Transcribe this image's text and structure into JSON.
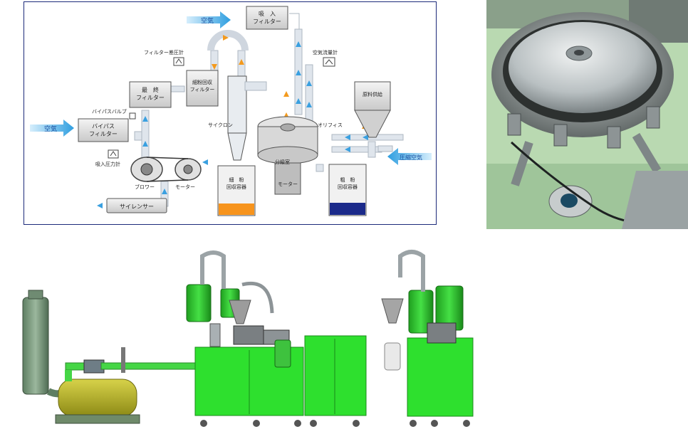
{
  "diagram": {
    "labels": {
      "intake_filter": "吸入\nフィルター",
      "air_top": "空気",
      "filter_dp_gauge": "フィルター差圧計",
      "fine_filter": "細粉回収\nフィルター",
      "final_filter": "最終\nフィルター",
      "bypass_valve": "バイパスバルブ",
      "bypass_filter": "バイパス\nフィルター",
      "air_left": "空気",
      "suction_gauge": "吸入圧力計",
      "blower": "ブロワー",
      "motor_left": "モーター",
      "silencer": "サイレンサー",
      "cyclone": "サイクロン",
      "fine_container": "細粉\n回収容器",
      "classifier": "分級室",
      "motor_center": "モーター",
      "air_flow_meter": "空気流量計",
      "orifice": "オリフィス",
      "raw_feed": "原料供給",
      "compressed_air": "圧縮空気",
      "coarse_container": "粗粉\n回収容器"
    },
    "colors": {
      "frame": "#1c2a7a",
      "pipe": "#d8dfe8",
      "arrow_blue": "#3aa0e0",
      "arrow_orange": "#f39a1e",
      "fine_powder": "#f7941d",
      "coarse_powder": "#1b2a8a",
      "machine_green": "#2fd02f",
      "blower_yellow": "#c9c21a"
    }
  }
}
